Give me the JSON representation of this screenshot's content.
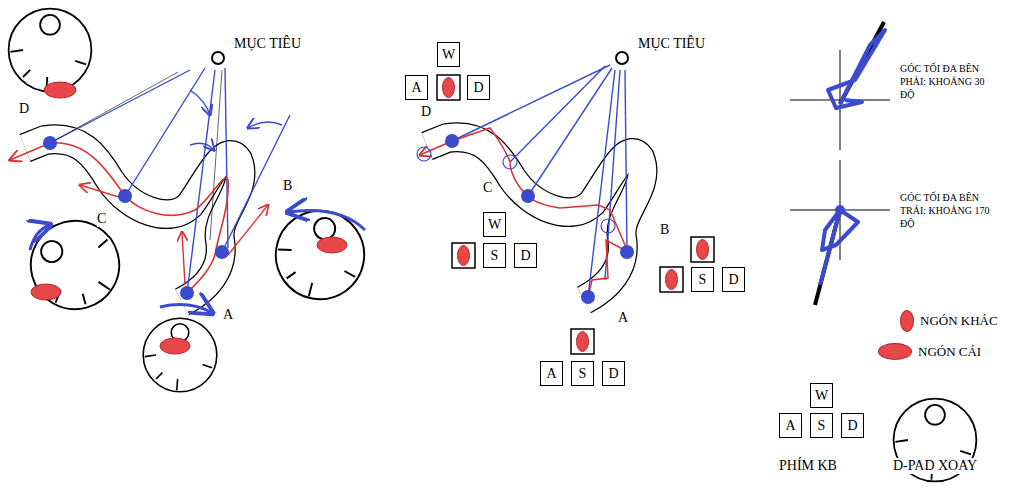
{
  "diagram": {
    "nodes": [
      {
        "text": [
          "W"
        ]
      },
      {
        "text": [
          "A"
        ]
      },
      {
        "text": [
          "D"
        ]
      },
      {
        "text": [
          "W"
        ]
      },
      {
        "text": [
          "S"
        ]
      },
      {
        "text": [
          "D"
        ]
      },
      {
        "text": [
          "S"
        ]
      },
      {
        "text": [
          "D"
        ]
      },
      {
        "text": [
          "A"
        ]
      },
      {
        "text": [
          "S"
        ]
      },
      {
        "text": [
          "D"
        ]
      },
      {
        "text": [
          "W"
        ]
      },
      {
        "text": [
          "A"
        ]
      },
      {
        "text": [
          "S"
        ]
      },
      {
        "text": [
          "D"
        ]
      }
    ],
    "labels": [
      "MỤC TIÊU",
      "D",
      "C",
      "B",
      "A",
      "MỤC TIÊU",
      "D",
      "C",
      "B",
      "A",
      "GÓC TỐI ĐA BÊN PHẢI: KHOẢNG 30 ĐỘ",
      "GÓC TỐI ĐA BÊN TRÁI: KHOẢNG 170 ĐỘ",
      "PHÍM KB",
      "D-PAD XOAY"
    ],
    "legend": [
      {
        "text": "NGÓN KHÁC",
        "color": "#e8474a"
      },
      {
        "text": "NGÓN CÁI",
        "color": "#e8474a"
      }
    ]
  }
}
